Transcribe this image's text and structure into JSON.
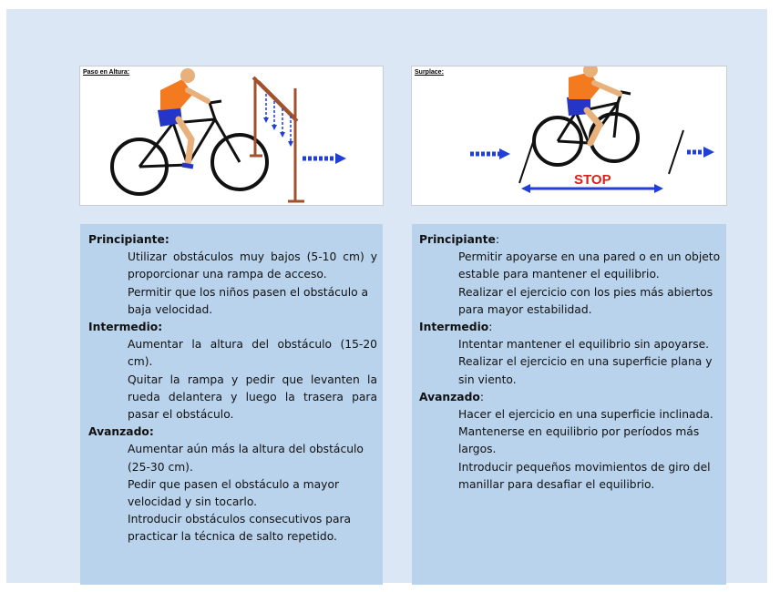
{
  "left_panel": {
    "title": "Paso en Altura:",
    "levels": [
      {
        "name": "Principiante:",
        "items": [
          "Utilizar obstáculos muy bajos (5-10 cm) y proporcionar una rampa de acceso.",
          "Permitir que los niños pasen el obstáculo a baja velocidad."
        ]
      },
      {
        "name": "Intermedio:",
        "items": [
          "Aumentar la altura del obstáculo (15-20 cm).",
          "Quitar la rampa y pedir que levanten la rueda delantera y luego la trasera para pasar el obstáculo."
        ]
      },
      {
        "name": "Avanzado:",
        "items": [
          "Aumentar aún más la altura del obstáculo (25-30 cm).",
          "Pedir que pasen el obstáculo a mayor velocidad y sin tocarlo.",
          "Introducir obstáculos consecutivos para practicar la técnica de salto repetido."
        ]
      }
    ]
  },
  "right_panel": {
    "title": "Surplace:",
    "stop_label": "STOP",
    "levels": [
      {
        "name": "Principiante",
        "items": [
          "Permitir apoyarse en una pared o en un objeto estable para mantener el equilibrio.",
          "Realizar el ejercicio con los pies más abiertos para mayor estabilidad."
        ]
      },
      {
        "name": "Intermedio",
        "items": [
          "Intentar mantener el equilibrio sin apoyarse.",
          "Realizar el ejercicio en una superficie plana y sin viento."
        ]
      },
      {
        "name": "Avanzado",
        "items": [
          "Hacer el ejercicio en una superficie inclinada.",
          "Mantenerse en equilibrio por períodos más largos.",
          "Introducir pequeños movimientos de giro del manillar para desafiar el equilibrio."
        ]
      }
    ]
  },
  "colors": {
    "slide_background": "#dbe7f4",
    "card_background": "#b9d3ec",
    "arrow_blue": "#1f3fd6",
    "stop_red": "#e31b1b",
    "jersey_orange": "#f47a20",
    "shorts_blue": "#2435c8"
  }
}
